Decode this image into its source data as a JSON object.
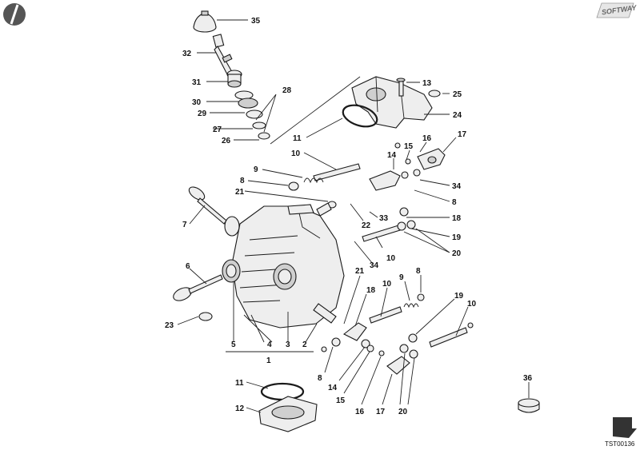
{
  "diagram": {
    "logo": "SOFTWAY",
    "reference_code": "TST00136",
    "callouts": [
      "35",
      "32",
      "31",
      "28",
      "30",
      "29",
      "27",
      "26",
      "13",
      "25",
      "24",
      "11",
      "10",
      "9",
      "8",
      "21",
      "7",
      "16",
      "15",
      "14",
      "17",
      "34",
      "8",
      "18",
      "22",
      "33",
      "19",
      "20",
      "10",
      "34",
      "21",
      "6",
      "5",
      "4",
      "3",
      "2",
      "1",
      "23",
      "18",
      "10",
      "9",
      "8",
      "19",
      "10",
      "8",
      "14",
      "15",
      "16",
      "17",
      "20",
      "11",
      "12",
      "36"
    ]
  }
}
